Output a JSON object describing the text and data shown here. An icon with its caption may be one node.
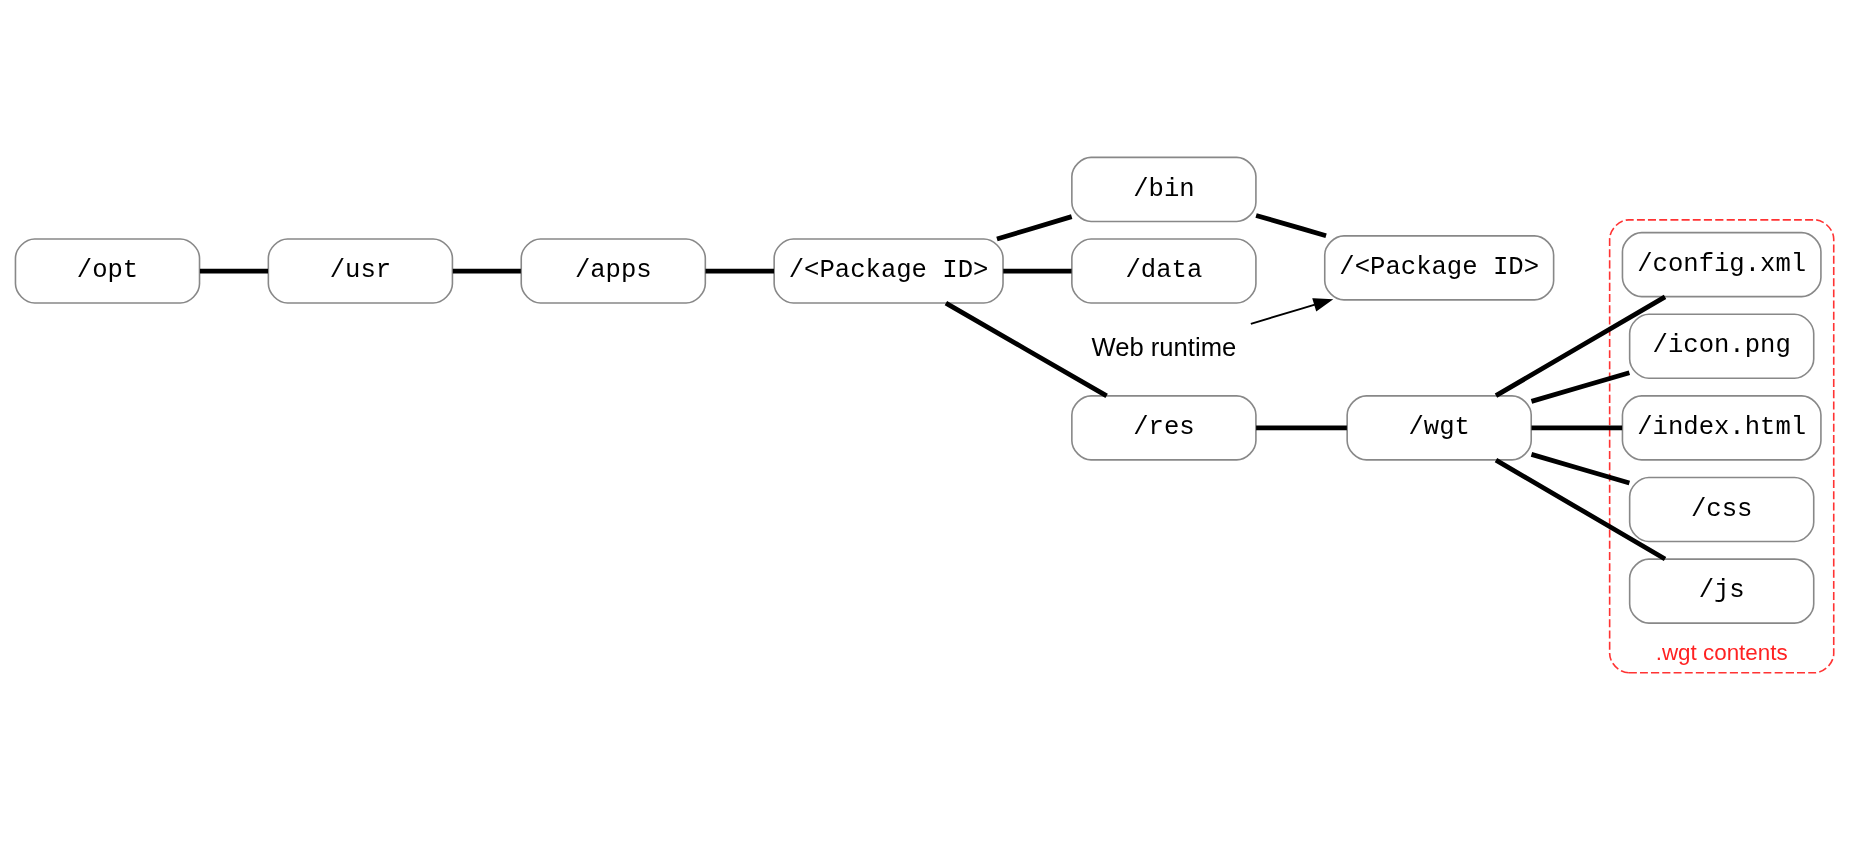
{
  "diagram": {
    "nodes": [
      {
        "text": [
          "/opt"
        ]
      },
      {
        "text": [
          "/usr"
        ]
      },
      {
        "text": [
          "/apps"
        ]
      },
      {
        "text": [
          "/<Package ID>"
        ]
      },
      {
        "text": [
          "/bin"
        ]
      },
      {
        "text": [
          "/data"
        ]
      },
      {
        "text": [
          "/res"
        ]
      },
      {
        "text": [
          "Web runtime"
        ]
      },
      {
        "text": [
          "/<Package ID>"
        ]
      },
      {
        "text": [
          "/wgt"
        ]
      },
      {
        "text": [
          ".wgt contents"
        ]
      },
      {
        "text": [
          "/config.xml"
        ],
        "in": 10
      },
      {
        "text": [
          "/icon.png"
        ],
        "in": 10
      },
      {
        "text": [
          "/index.html"
        ],
        "in": 10
      },
      {
        "text": [
          "/css"
        ],
        "in": 10
      },
      {
        "text": [
          "/js"
        ],
        "in": 10
      }
    ],
    "edges": [
      {
        "from": 0,
        "to": 1,
        "arrow": "none"
      },
      {
        "from": 1,
        "to": 2,
        "arrow": "none"
      },
      {
        "from": 2,
        "to": 3,
        "arrow": "none"
      },
      {
        "from": 3,
        "to": 4,
        "arrow": "none"
      },
      {
        "from": 3,
        "to": 5,
        "arrow": "none"
      },
      {
        "from": 3,
        "to": 6,
        "arrow": "none"
      },
      {
        "from": 4,
        "to": 8,
        "arrow": "none"
      },
      {
        "from": 7,
        "to": 8,
        "arrow": "to"
      },
      {
        "from": 6,
        "to": 9,
        "arrow": "none"
      },
      {
        "from": 9,
        "to": 11,
        "arrow": "none"
      },
      {
        "from": 9,
        "to": 12,
        "arrow": "none"
      },
      {
        "from": 9,
        "to": 13,
        "arrow": "none"
      },
      {
        "from": 9,
        "to": 14,
        "arrow": "none"
      },
      {
        "from": 9,
        "to": 15,
        "arrow": "none"
      }
    ]
  }
}
